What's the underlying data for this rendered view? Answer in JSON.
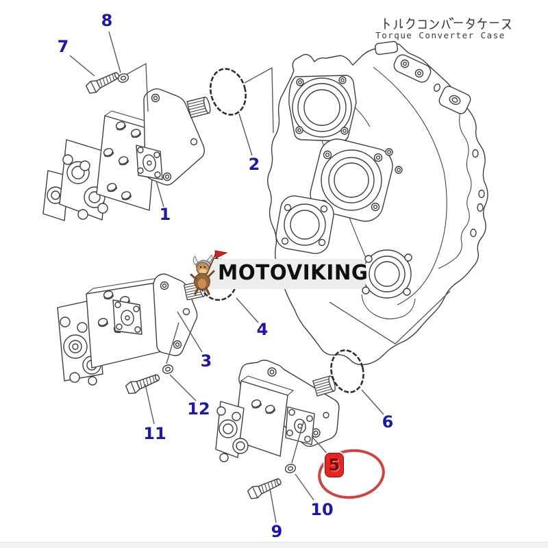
{
  "header": {
    "title_ja": "トルクコンバータケース",
    "title_en": "Torque Converter Case"
  },
  "watermark": {
    "brand": "MOTOVIKING"
  },
  "callouts": [
    {
      "number": "1"
    },
    {
      "number": "2"
    },
    {
      "number": "3"
    },
    {
      "number": "4"
    },
    {
      "number": "5",
      "highlighted": true
    },
    {
      "number": "6"
    },
    {
      "number": "7"
    },
    {
      "number": "8"
    },
    {
      "number": "9"
    },
    {
      "number": "10"
    },
    {
      "number": "11"
    },
    {
      "number": "12"
    }
  ],
  "colors": {
    "callout_blue": "#1c18ad",
    "highlight_red": "#d84040",
    "badge_red": "#e32525",
    "line_gray": "#3d3d3d",
    "watermark_bg": "#ededeb",
    "page_bg": "#ffffff",
    "footer_strip": "#f1f1ef"
  }
}
